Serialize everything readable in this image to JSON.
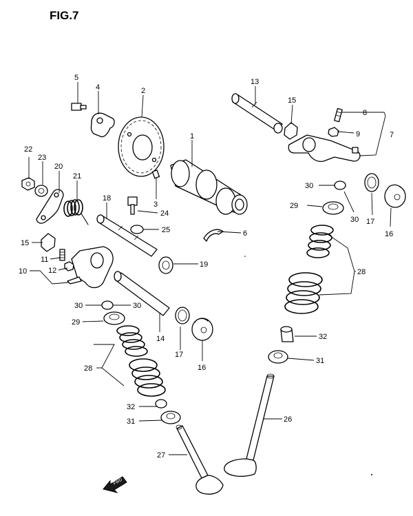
{
  "figure_title": "FIG.7",
  "direction_label": "FWD",
  "callouts": [
    "1",
    "2",
    "3",
    "4",
    "5",
    "6",
    "7",
    "8",
    "9",
    "10",
    "11",
    "12",
    "13",
    "14",
    "15",
    "15",
    "16",
    "16",
    "17",
    "17",
    "18",
    "19",
    "20",
    "21",
    "22",
    "23",
    "24",
    "25",
    "26",
    "27",
    "28",
    "28",
    "29",
    "29",
    "30",
    "30",
    "30",
    "30",
    "31",
    "31",
    "32",
    "32"
  ]
}
